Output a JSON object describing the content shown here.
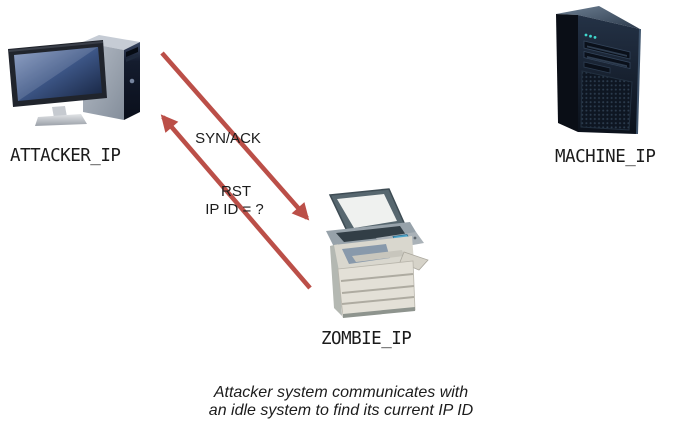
{
  "nodes": {
    "attacker": {
      "label": "ATTACKER_IP",
      "icon": "desktop-computer-icon"
    },
    "zombie": {
      "label": "ZOMBIE_IP",
      "icon": "copier-printer-icon"
    },
    "machine": {
      "label": "MACHINE_IP",
      "icon": "server-tower-icon"
    }
  },
  "arrows": {
    "syn_ack": {
      "label": "SYN/ACK",
      "direction": "attacker-to-zombie"
    },
    "rst": {
      "label_line1": "RST",
      "label_line2": "IP ID = ?",
      "direction": "zombie-to-attacker"
    }
  },
  "caption": {
    "line1": "Attacker system communicates with",
    "line2": "an idle system to find its current IP ID"
  },
  "colors": {
    "arrow": "#bb4f48",
    "text": "#1b1b1b",
    "background": "#ffffff"
  }
}
